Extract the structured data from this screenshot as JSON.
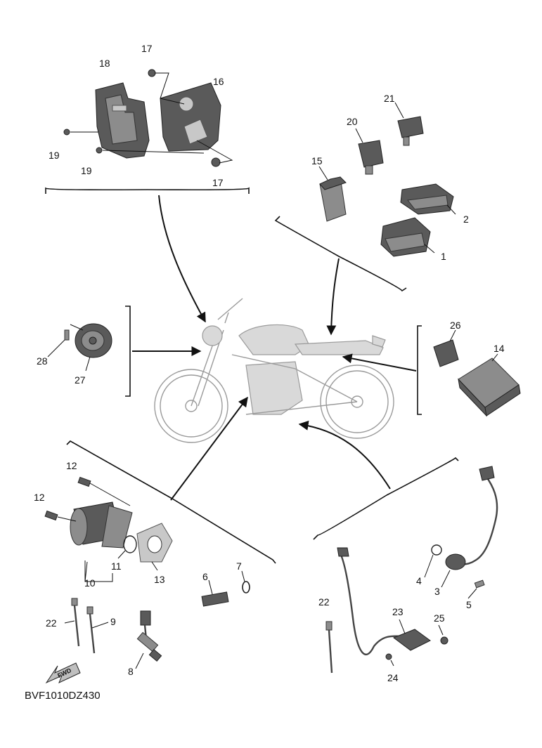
{
  "diagram_code": "BVF1010DZ430",
  "fwd_label": "FWD",
  "labels": {
    "p1": "1",
    "p2": "2",
    "p3": "3",
    "p4": "4",
    "p5": "5",
    "p6": "6",
    "p7": "7",
    "p8": "8",
    "p9": "9",
    "p10": "10",
    "p11": "11",
    "p12a": "12",
    "p12b": "12",
    "p13": "13",
    "p14": "14",
    "p15": "15",
    "p16": "16",
    "p17a": "17",
    "p17b": "17",
    "p18": "18",
    "p19a": "19",
    "p19b": "19",
    "p20": "20",
    "p21": "21",
    "p22a": "22",
    "p22b": "22",
    "p23": "23",
    "p24": "24",
    "p25": "25",
    "p26": "26",
    "p27": "27",
    "p28": "28"
  },
  "colors": {
    "ink": "#111111",
    "part": "#8c8c8c",
    "bike": "#d9d9d9"
  }
}
